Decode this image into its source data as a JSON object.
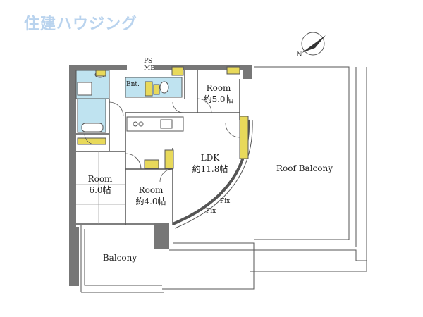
{
  "logo": {
    "text": "住建ハウジング",
    "color": "#b9d3ee"
  },
  "compass": {
    "letter": "N",
    "icon": "north-arrow-icon"
  },
  "labels": {
    "ps_mb": "PS\nMB",
    "ent": "Ent.",
    "room_north": "Room\n約5.0帖",
    "ldk": "LDK\n約11.8帖",
    "roof_balcony": "Roof Balcony",
    "room_6": "Room\n6.0帖",
    "room_4": "Room\n約4.0帖",
    "balcony": "Balcony",
    "fix1": "Fix",
    "fix2": "Fix"
  },
  "colors": {
    "wall": "#777777",
    "wet": "#bfe3f0",
    "storage": "#e8d95a"
  }
}
